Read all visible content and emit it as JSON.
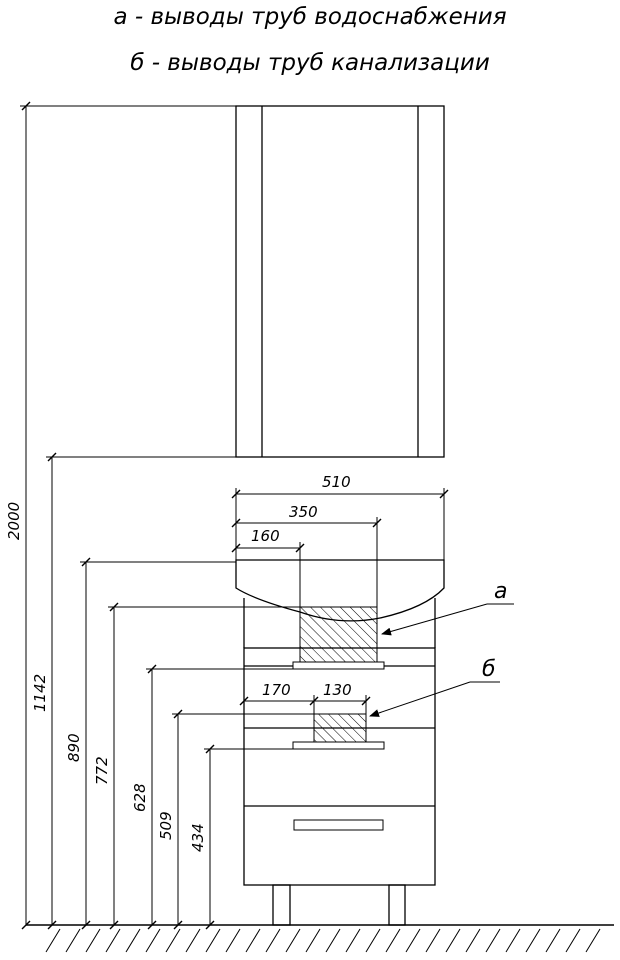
{
  "legend": {
    "a": "а - выводы труб водоснабжения",
    "b": "б - выводы труб канализации"
  },
  "dimensions": {
    "total_height": "2000",
    "cabinet_bottom": "1142",
    "basin_top": "890",
    "water_outlet": "772",
    "water_box_bottom": "628",
    "drain_outlet": "509",
    "drain_box_bottom": "434",
    "basin_width": "510",
    "water_box_right": "350",
    "water_box_left": "160",
    "drain_offset": "170",
    "drain_box_width": "130"
  },
  "callouts": {
    "water": "а",
    "drain": "б"
  }
}
